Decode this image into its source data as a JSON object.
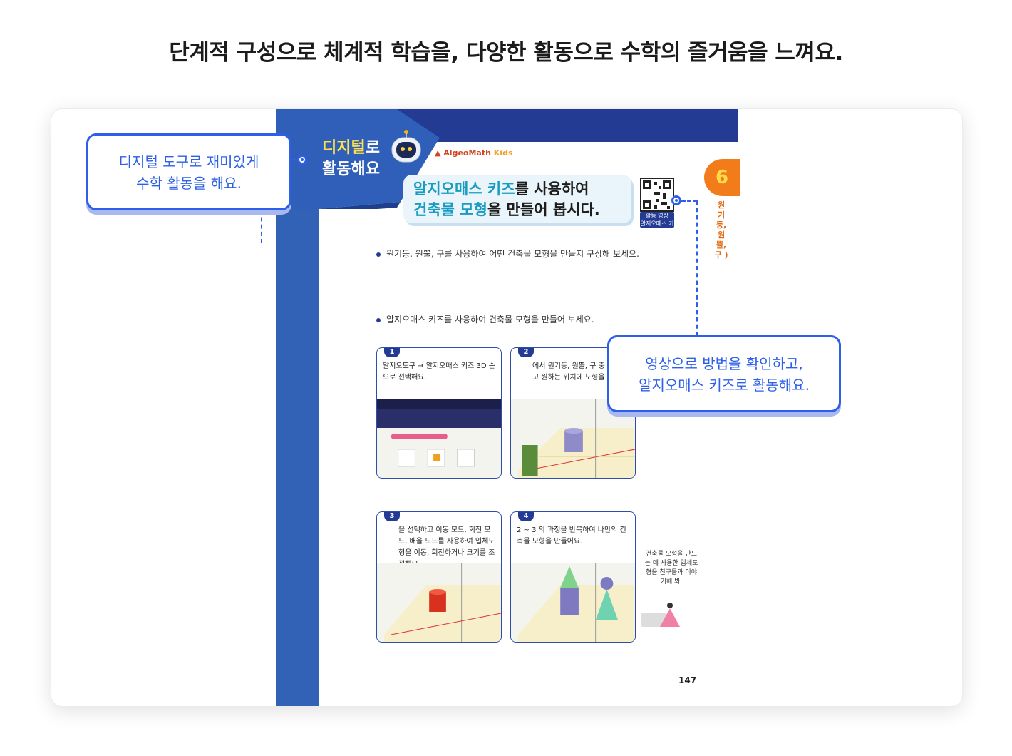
{
  "headline": "단계적 구성으로 체계적 학습을, 다양한 활동으로 수학의 즐거움을 느껴요.",
  "textbook": {
    "banner_line1_highlight": "디지털",
    "banner_line1_rest": "로",
    "banner_line2": "활동해요",
    "logo_main": "AlgeoMath",
    "logo_kids": "Kids",
    "title_line1_highlight": "알지오매스 키즈",
    "title_line1_rest": "를 사용하여",
    "title_line2_highlight": "건축물 모형",
    "title_line2_rest": "을 만들어 봅시다.",
    "qr_tag_line1": "활동 영상",
    "qr_tag_line2": "알지오매스 키즈",
    "chapter_number": "6",
    "chapter_name": "원기둥, 원뿔, 구 )",
    "bullet1": "원기둥, 원뿔, 구를 사용하여 어떤 건축물 모형을 만들지 구상해 보세요.",
    "bullet2": "알지오매스 키즈를 사용하여 건축물 모형을 만들어 보세요.",
    "panels": [
      {
        "num": "1",
        "text": "알지오도구 → 알지오매스 키즈 3D 순으로 선택해요."
      },
      {
        "num": "2",
        "text": "에서 원기둥, 원뿔, 구 중 선택하고 원하는 위치에 도형을 놓아요."
      },
      {
        "num": "3",
        "text": "을 선택하고 이동 모드, 회전 모드, 배율 모드를 사용하여 입체도형을 이동, 회전하거나 크기를 조절해요."
      },
      {
        "num": "4",
        "text": "2 ~ 3 의 과정을 반복하여 나만의 건축물 모형을 만들어요."
      }
    ],
    "side_note": "건축물 모형을 만드는 데 사용한 입체도형을 친구들과 이야기해 봐.",
    "page_number": "147"
  },
  "callouts": {
    "left_line1": "디지털 도구로 재미있게",
    "left_line2": "수학 활동을 해요.",
    "right_line1": "영상으로 방법을 확인하고,",
    "right_line2": "알지오매스 키즈로 활동해요."
  },
  "colors": {
    "accent_blue": "#2d5fe8",
    "page_navy": "#243b93",
    "page_blue": "#3262b6",
    "chapter_orange": "#f27b1a"
  }
}
